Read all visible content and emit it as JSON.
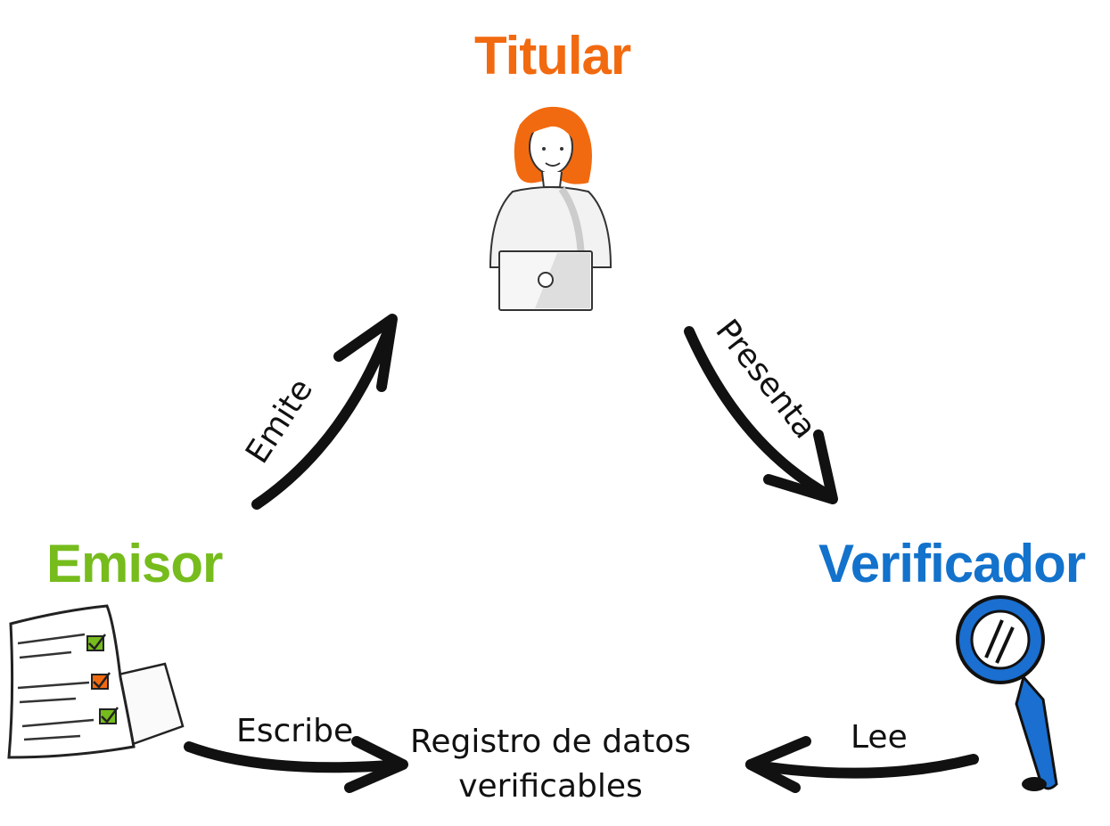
{
  "roles": {
    "holder": {
      "label": "Titular",
      "color": "#F26A10"
    },
    "issuer": {
      "label": "Emisor",
      "color": "#76BC1C"
    },
    "verifier": {
      "label": "Verificador",
      "color": "#1272CC"
    }
  },
  "arrows": {
    "issue": "Emite",
    "present": "Presenta",
    "write": "Escribe",
    "read": "Lee"
  },
  "registry": {
    "line1": "Registro de datos",
    "line2": "verificables"
  },
  "icons": {
    "holder": "person-with-laptop-icon",
    "issuer": "checklist-documents-icon",
    "verifier": "magnifying-glass-icon"
  },
  "colors": {
    "arrow": "#111111",
    "hair": "#F26A10",
    "check_green": "#76BC1C",
    "check_orange": "#F26A10",
    "magnifier": "#1A6FD0"
  }
}
